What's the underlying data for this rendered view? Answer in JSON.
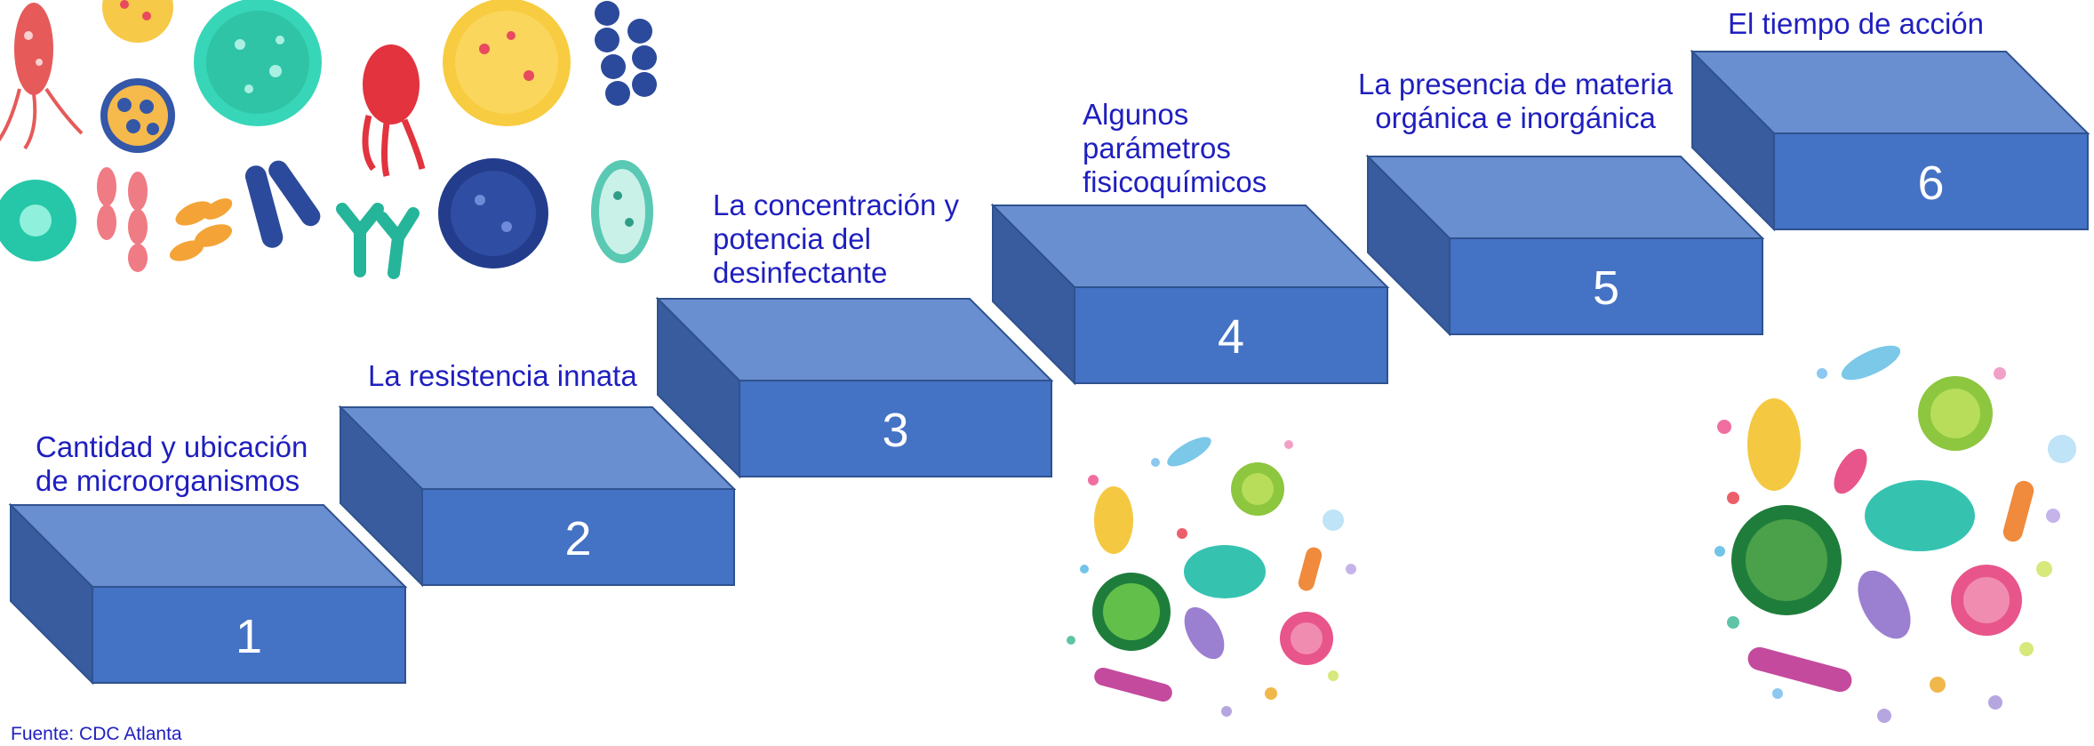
{
  "steps": [
    {
      "number": "1",
      "label": "Cantidad y ubicación\nde microorganismos"
    },
    {
      "number": "2",
      "label": "La resistencia innata"
    },
    {
      "number": "3",
      "label": "La concentración y\npotencia del\ndesinfectante"
    },
    {
      "number": "4",
      "label": "Algunos\nparámetros\nfisicoquímicos"
    },
    {
      "number": "5",
      "label": "La presencia de materia\norgánica e inorgánica"
    },
    {
      "number": "6",
      "label": "El tiempo de acción"
    }
  ],
  "source": "Fuente: CDC Atlanta",
  "colors": {
    "text": "#1f1fbf",
    "step_front": "#4472c4",
    "step_top": "#6a8fd0",
    "step_side": "#385c9e",
    "step_edge": "#2f528f"
  },
  "illustrations": [
    "microbe-cluster-top-left",
    "microbe-circle-middle",
    "microbe-circle-right"
  ]
}
